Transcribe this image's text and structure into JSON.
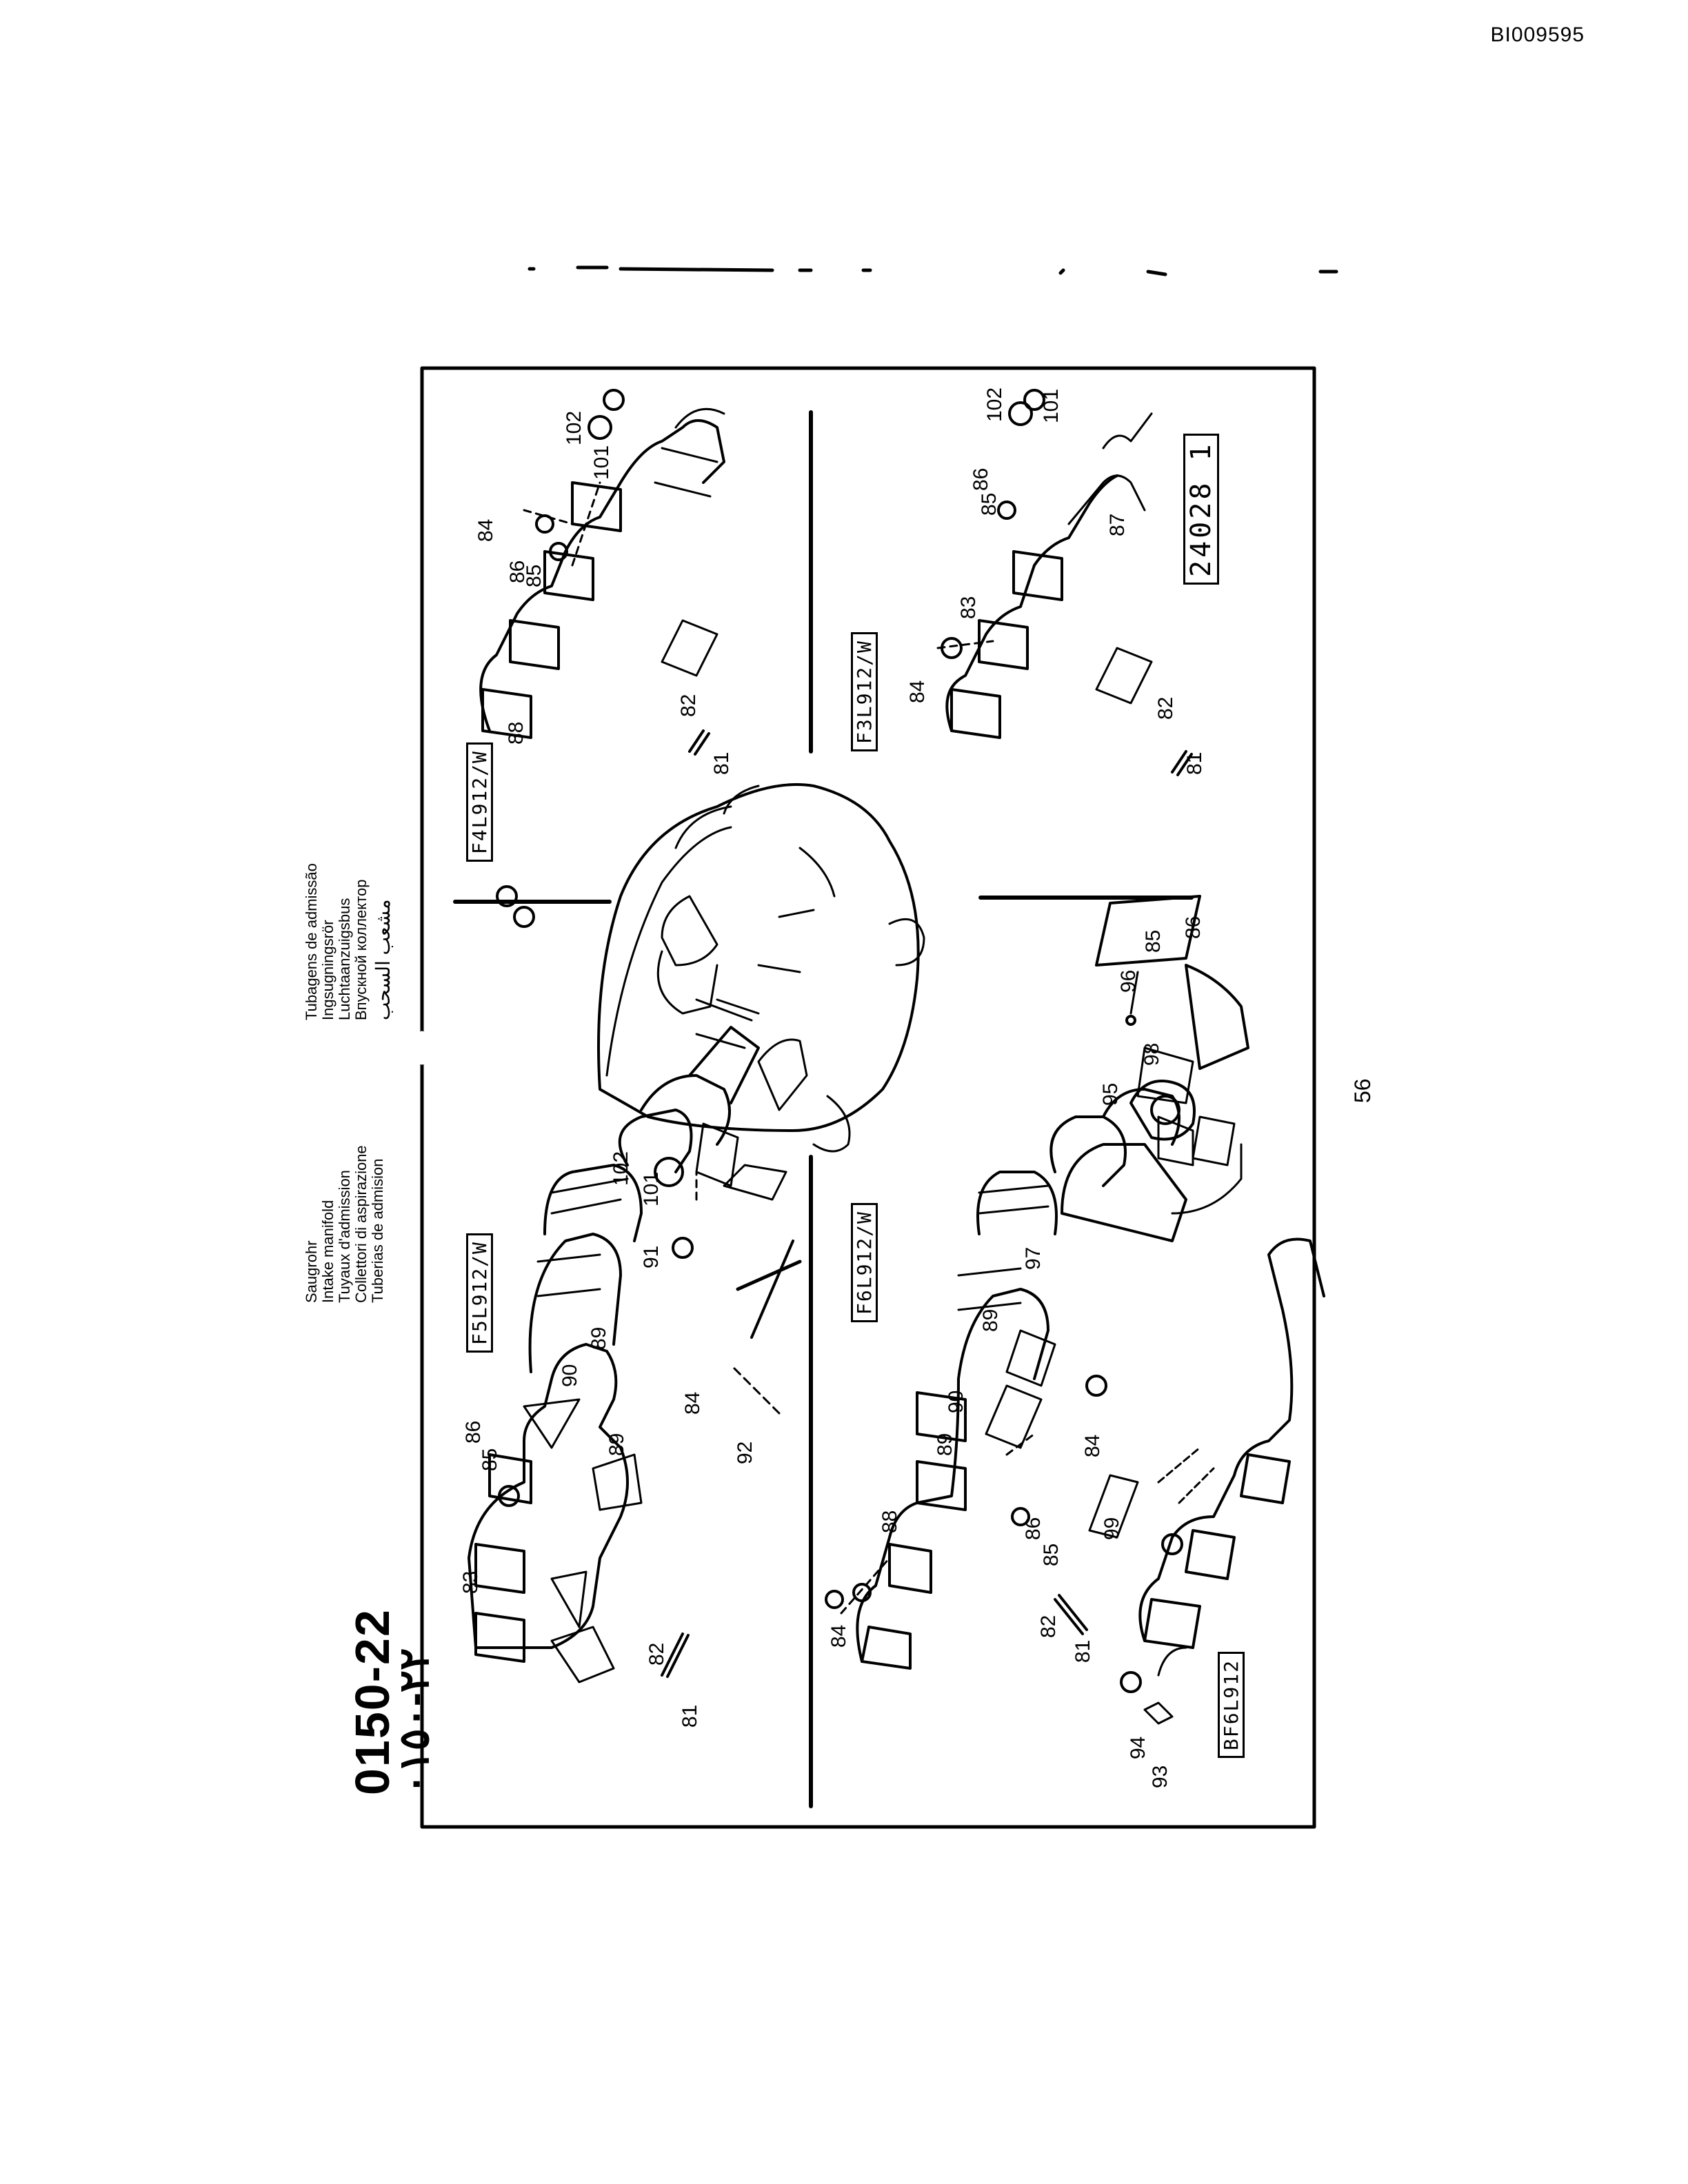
{
  "document_id": "BI009595",
  "page_number": "56",
  "part_group": {
    "code": "0150-22",
    "code_arabic": "٢٢-٠١٥٠"
  },
  "titles_col1": [
    "Saugrohr",
    "Intake manifold",
    "Tuyaux d'admission",
    "Collettori di aspirazione",
    "Tuberias de admision"
  ],
  "titles_col2": [
    "Tubagens de admissão",
    "Ingsugningsrör",
    "Luchtaanzuigsbus",
    "Впускной коллектор",
    "مشعب السحب"
  ],
  "model_labels": [
    "F5L912/W",
    "F4L912/W",
    "F6L912/W",
    "F3L912/W",
    "BF6L912"
  ],
  "drawing_number": "24028 1",
  "callouts": {
    "f5": [
      "81",
      "82",
      "83",
      "85",
      "86",
      "89",
      "90",
      "89",
      "84",
      "92",
      "91",
      "101",
      "102"
    ],
    "f4": [
      "81",
      "82",
      "88",
      "85",
      "86",
      "84",
      "101",
      "102"
    ],
    "f6": [
      "84",
      "88",
      "85",
      "86",
      "89",
      "90",
      "89",
      "84",
      "97",
      "82",
      "81",
      "99",
      "94",
      "93",
      "95"
    ],
    "f3": [
      "81",
      "82",
      "84",
      "83",
      "85",
      "86",
      "87",
      "101",
      "102"
    ],
    "center": [
      "96",
      "85",
      "86",
      "98"
    ]
  }
}
